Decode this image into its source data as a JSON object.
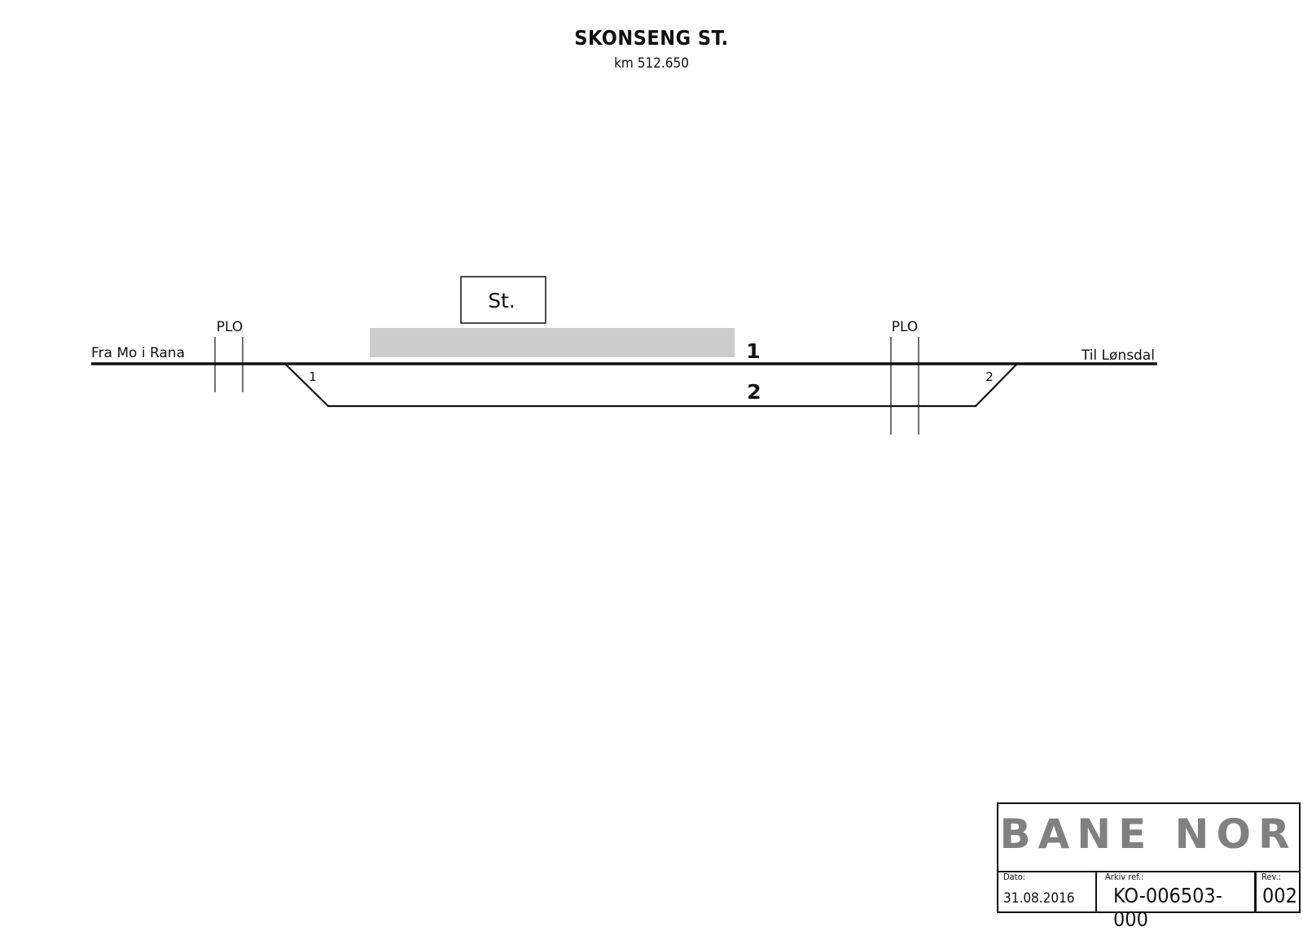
{
  "header": {
    "title": "SKONSENG ST.",
    "subtitle": "km 512.650"
  },
  "plan": {
    "left_label": "Fra Mo i Rana",
    "right_label": "Til Lønsdal",
    "plo_left": "PLO",
    "plo_right": "PLO",
    "station_building": "St.",
    "track_1": "1",
    "track_2": "2",
    "switch_1": "1",
    "switch_2": "2",
    "platform_color": "#cccccc"
  },
  "titleblock": {
    "logo_text": "BANE NOR",
    "logo_color": "#808080",
    "date_label": "Dato:",
    "date_value": "31.08.2016",
    "archive_label": "Arkiv ref.:",
    "archive_value": "KO-006503-000",
    "rev_label": "Rev.:",
    "rev_value": "002"
  }
}
